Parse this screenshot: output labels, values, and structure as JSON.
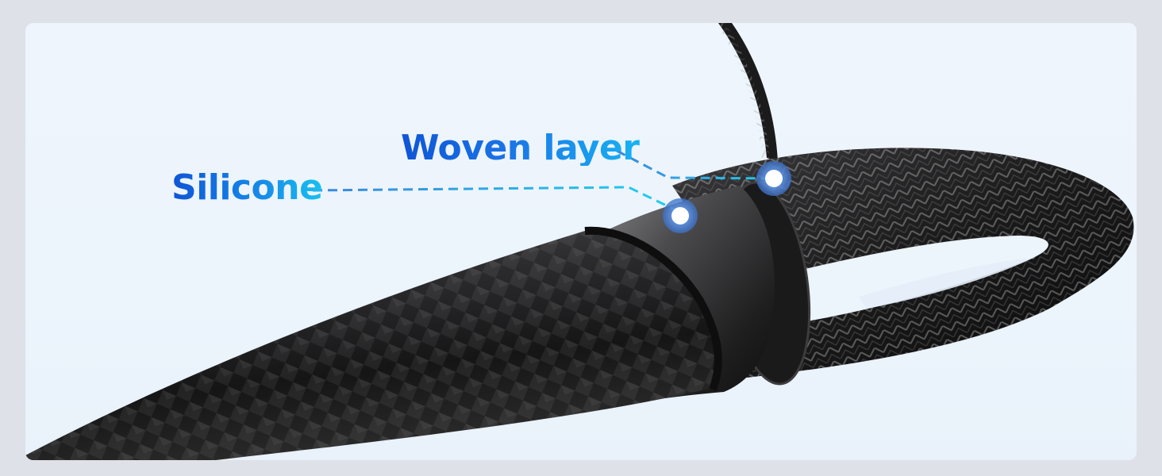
{
  "image": {
    "description": "Close-up illustration of a braided cable showing inner silicone layer and outer woven layer",
    "background_color": "#ecf4fc",
    "frame_color": "#dfe1e8"
  },
  "callouts": [
    {
      "label": "Woven layer",
      "gradient": [
        "#0f55d6",
        "#1b74e6",
        "#18b3f2"
      ],
      "marker": "dot"
    },
    {
      "label": "Silicone",
      "gradient": [
        "#0f55d6",
        "#1686e8",
        "#18c0f0"
      ],
      "marker": "dot"
    }
  ],
  "colors": {
    "leader_line_start": "#3b86dc",
    "leader_line_end": "#1fd0ef",
    "marker_ring": "#4f86d8",
    "marker_center": "#ffffff"
  }
}
